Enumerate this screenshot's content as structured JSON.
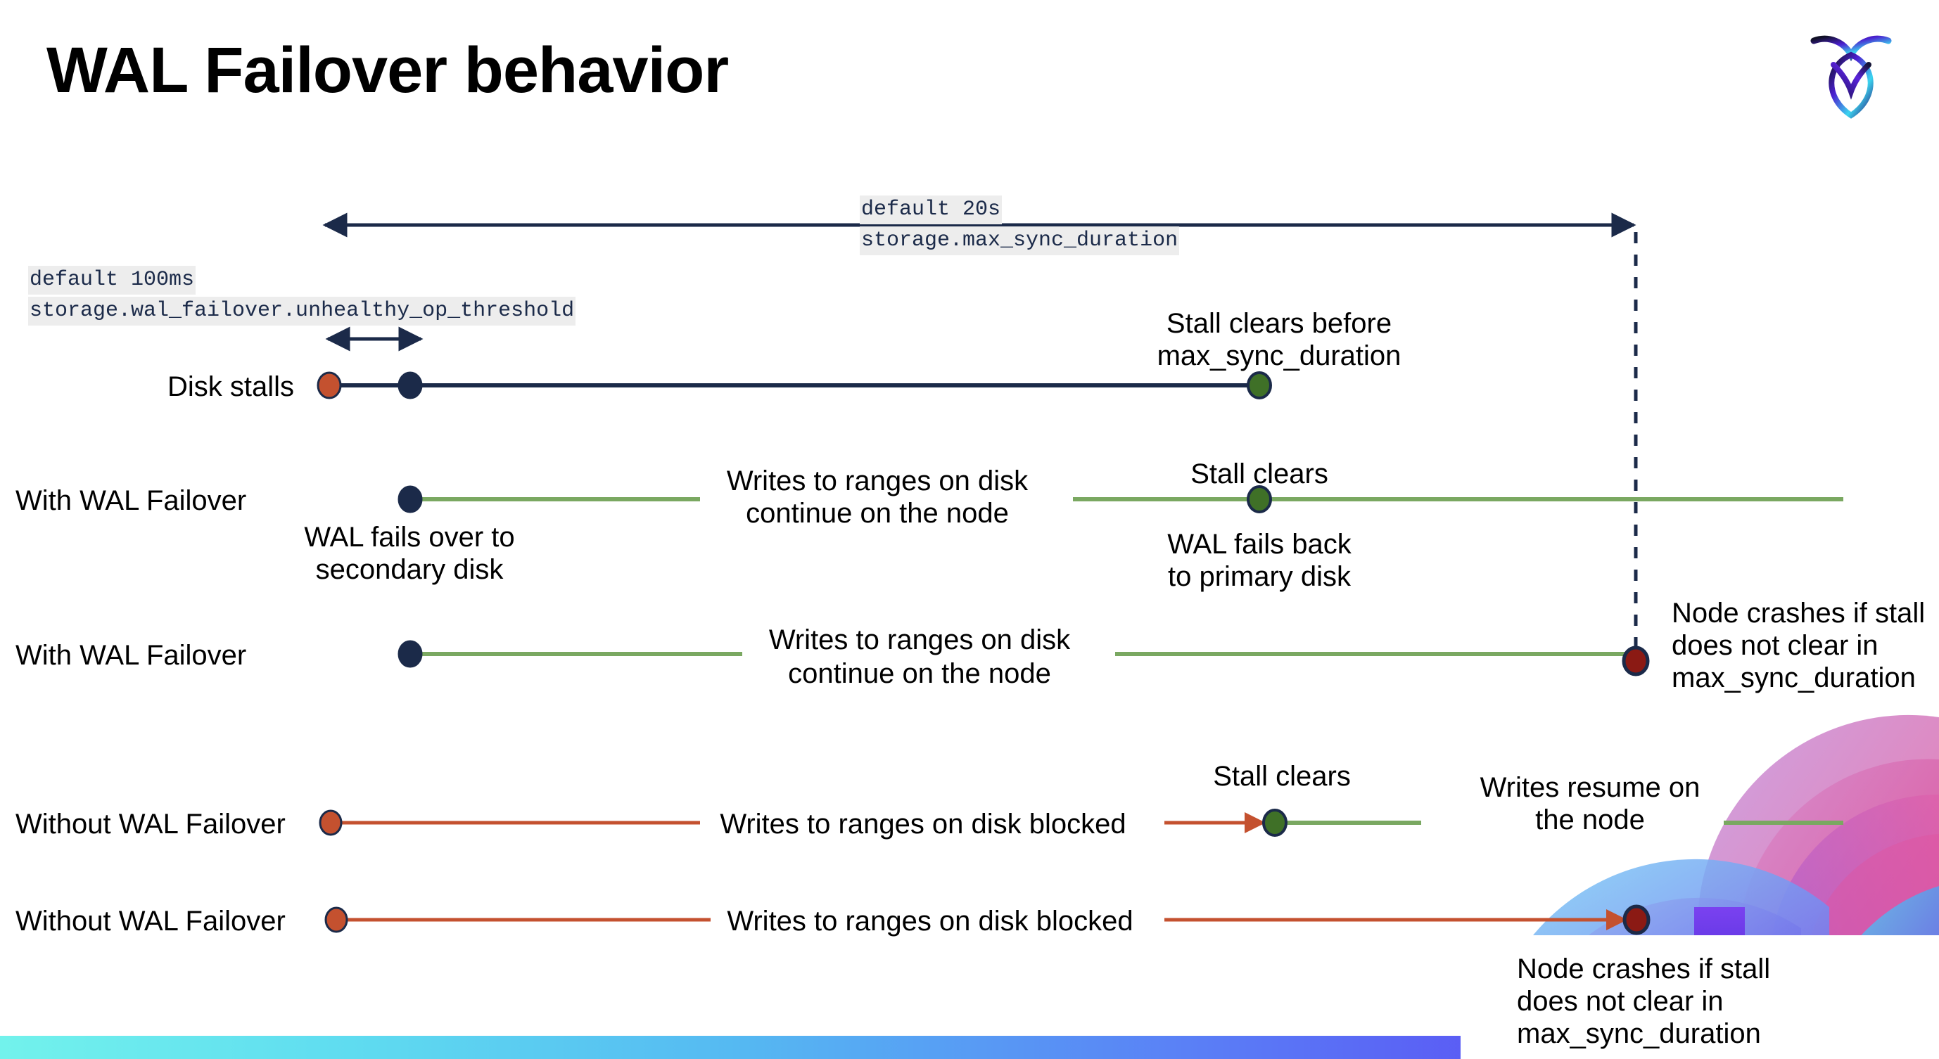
{
  "title": "WAL Failover behavior",
  "brand": {
    "logo_name": "cockroachdb-logo"
  },
  "colors": {
    "navy": "#1b2a49",
    "green_line": "#7aa861",
    "green_dot": "#3f7027",
    "orange": "#c4512f",
    "dark_red": "#8b1a14",
    "code_bg": "#ededed",
    "band_start": "#72f2ec",
    "band_end": "#5a3ff2"
  },
  "annotations": {
    "max_sync": {
      "line1": "default 20s",
      "line2": "storage.max_sync_duration"
    },
    "unhealthy": {
      "line1": "default 100ms",
      "line2": "storage.wal_failover.unhealthy_op_threshold"
    }
  },
  "rows": [
    {
      "key": "disk-stalls",
      "label": "Disk stalls"
    },
    {
      "key": "with-wal-failover-1",
      "label": "With WAL Failover"
    },
    {
      "key": "with-wal-failover-2",
      "label": "With WAL Failover"
    },
    {
      "key": "without-wal-failover-1",
      "label": "Without WAL Failover"
    },
    {
      "key": "without-wal-failover-2",
      "label": "Without WAL Failover"
    }
  ],
  "notes": {
    "stall_clears_before": "Stall clears before\nmax_sync_duration",
    "stall_clears_before_l1": "Stall clears before",
    "stall_clears_before_l2": "max_sync_duration",
    "writes_continue_l1": "Writes to ranges on disk",
    "writes_continue_l2": "continue on the node",
    "stall_clears": "Stall clears",
    "wal_fails_over_l1": "WAL fails over to",
    "wal_fails_over_l2": "secondary disk",
    "wal_fails_back_l1": "WAL fails  back",
    "wal_fails_back_l2": "to primary disk",
    "node_crashes_l1": "Node crashes if stall",
    "node_crashes_l2": "does not clear in",
    "node_crashes_l3": "max_sync_duration",
    "writes_blocked": "Writes to ranges on disk  blocked",
    "writes_resume_l1": "Writes resume on",
    "writes_resume_l2": "the node"
  },
  "chart_data": {
    "type": "timeline",
    "title": "WAL Failover behavior",
    "description": "Five parallel timelines comparing node behavior with and without WAL failover when a disk stall occurs.",
    "time_markers": [
      {
        "name": "stall_start",
        "x": 462,
        "label": "disk stall begins"
      },
      {
        "name": "unhealthy_op_threshold",
        "x": 602,
        "label": "default 100ms storage.wal_failover.unhealthy_op_threshold"
      },
      {
        "name": "stall_clears",
        "x": 1790,
        "label": "stall clears"
      },
      {
        "name": "max_sync_duration",
        "x": 2325,
        "label": "default 20s storage.max_sync_duration"
      }
    ],
    "series": [
      {
        "name": "Disk stalls",
        "markers": [
          {
            "x": 466,
            "color": "#c4512f",
            "kind": "stall-start"
          },
          {
            "x": 582,
            "color": "#1b2a49",
            "kind": "threshold"
          },
          {
            "x": 1790,
            "color": "#3f7027",
            "kind": "stall-clears"
          }
        ],
        "segments": [
          {
            "from": 466,
            "to": 1790,
            "color": "#1b2a49"
          }
        ]
      },
      {
        "name": "With WAL Failover",
        "markers": [
          {
            "x": 582,
            "color": "#1b2a49",
            "kind": "failover"
          },
          {
            "x": 1790,
            "color": "#3f7027",
            "kind": "stall-clears"
          }
        ],
        "segments": [
          {
            "from": 582,
            "to": 995,
            "color": "#7aa861"
          },
          {
            "from": 1525,
            "to": 2620,
            "color": "#7aa861"
          }
        ]
      },
      {
        "name": "With WAL Failover",
        "markers": [
          {
            "x": 582,
            "color": "#1b2a49",
            "kind": "failover"
          },
          {
            "x": 2325,
            "color": "#8b1a14",
            "kind": "node-crash"
          }
        ],
        "segments": [
          {
            "from": 582,
            "to": 1055,
            "color": "#7aa861"
          },
          {
            "from": 1585,
            "to": 2325,
            "color": "#7aa861"
          }
        ]
      },
      {
        "name": "Without WAL Failover",
        "markers": [
          {
            "x": 470,
            "color": "#c4512f",
            "kind": "stall-start"
          },
          {
            "x": 1812,
            "color": "#3f7027",
            "kind": "stall-clears"
          }
        ],
        "segments": [
          {
            "from": 470,
            "to": 995,
            "color": "#c4512f"
          },
          {
            "from": 1655,
            "to": 1800,
            "color": "#c4512f",
            "arrow": true
          },
          {
            "from": 1824,
            "to": 2020,
            "color": "#7aa861"
          },
          {
            "from": 2450,
            "to": 2620,
            "color": "#7aa861"
          }
        ]
      },
      {
        "name": "Without WAL Failover",
        "markers": [
          {
            "x": 478,
            "color": "#c4512f",
            "kind": "stall-start"
          },
          {
            "x": 2325,
            "color": "#8b1a14",
            "kind": "node-crash"
          }
        ],
        "segments": [
          {
            "from": 478,
            "to": 1010,
            "color": "#c4512f"
          },
          {
            "from": 1655,
            "to": 2315,
            "color": "#c4512f",
            "arrow": true
          }
        ]
      }
    ]
  }
}
